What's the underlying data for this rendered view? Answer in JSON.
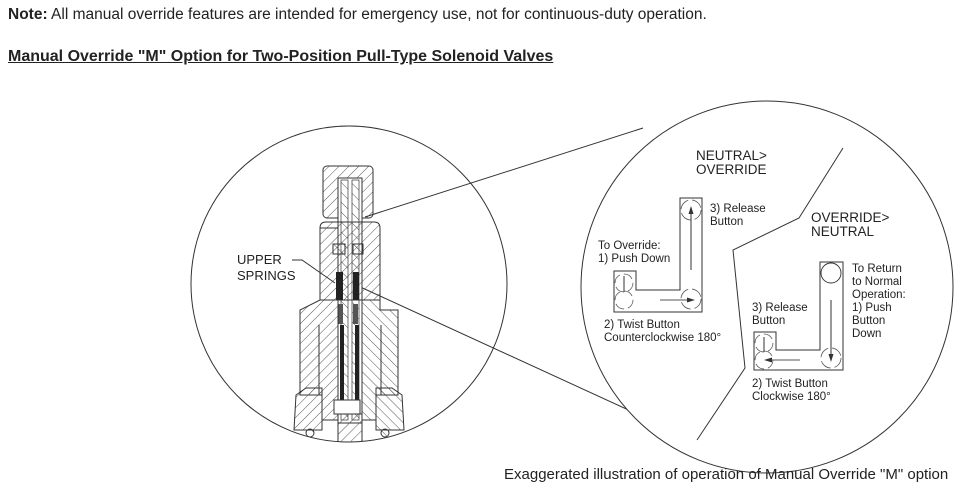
{
  "note": {
    "label": "Note:",
    "text": " All manual override features are intended for emergency use, not for continuous-duty operation."
  },
  "heading": "Manual Override \"M\" Option for Two-Position Pull-Type Solenoid Valves",
  "figure": {
    "valve_label": [
      "UPPER",
      "SPRINGS"
    ],
    "neutral_to_override": {
      "title": [
        "NEUTRAL>",
        "OVERRIDE"
      ],
      "step1": [
        "To Override:",
        "1) Push Down"
      ],
      "step2": [
        "2) Twist Button",
        "Counterclockwise 180°"
      ],
      "step3": [
        "3) Release",
        "Button"
      ]
    },
    "override_to_neutral": {
      "title": [
        "OVERRIDE>",
        "NEUTRAL"
      ],
      "step1": [
        "To Return",
        "to Normal",
        "Operation:",
        "1) Push",
        "Button",
        "Down"
      ],
      "step2": [
        "2) Twist Button",
        "Clockwise 180°"
      ],
      "step3": [
        "3) Release",
        "Button"
      ]
    }
  },
  "caption": "Exaggerated illustration of operation of Manual Override \"M\" option"
}
